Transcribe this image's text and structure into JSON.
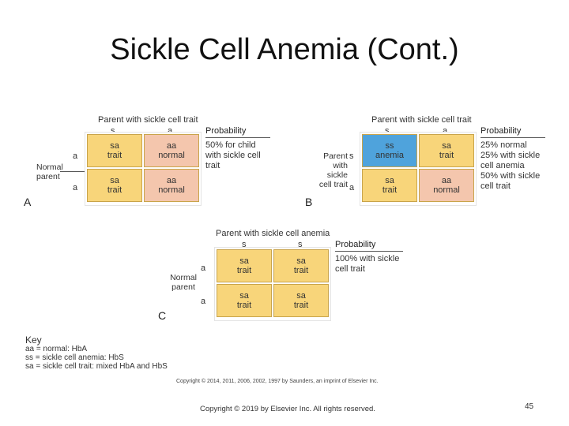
{
  "slide": {
    "title": "Sickle Cell Anemia (Cont.)",
    "footer": "Copyright © 2019 by Elsevier Inc. All rights reserved.",
    "page_number": "45"
  },
  "figure": {
    "panel_a": {
      "letter": "A",
      "top_parent": "Parent with sickle cell trait",
      "col_alleles": [
        "s",
        "a"
      ],
      "side_parent": "Normal parent",
      "row_alleles": [
        "a",
        "a"
      ],
      "cells": [
        [
          "sa",
          "trait"
        ],
        [
          "aa",
          "normal"
        ],
        [
          "sa",
          "trait"
        ],
        [
          "aa",
          "normal"
        ]
      ],
      "probability_title": "Probability",
      "probability_text": [
        "50% for child",
        "with sickle cell",
        "trait"
      ]
    },
    "panel_b": {
      "letter": "B",
      "top_parent": "Parent with sickle cell trait",
      "col_alleles": [
        "s",
        "a"
      ],
      "side_parent": "Parent with sickle cell trait",
      "row_alleles": [
        "s",
        "a"
      ],
      "cells": [
        [
          "ss",
          "anemia"
        ],
        [
          "sa",
          "trait"
        ],
        [
          "sa",
          "trait"
        ],
        [
          "aa",
          "normal"
        ]
      ],
      "probability_title": "Probability",
      "probability_text": [
        "25% normal",
        "25% with sickle",
        "cell anemia",
        "50% with sickle",
        "cell trait"
      ]
    },
    "panel_c": {
      "letter": "C",
      "top_parent": "Parent with sickle cell anemia",
      "col_alleles": [
        "s",
        "s"
      ],
      "side_parent": "Normal parent",
      "row_alleles": [
        "a",
        "a"
      ],
      "cells": [
        [
          "sa",
          "trait"
        ],
        [
          "sa",
          "trait"
        ],
        [
          "sa",
          "trait"
        ],
        [
          "sa",
          "trait"
        ]
      ],
      "probability_title": "Probability",
      "probability_text": [
        "100% with sickle",
        "cell trait"
      ]
    },
    "key": {
      "title": "Key",
      "lines": [
        "aa = normal: HbA",
        "ss = sickle cell anemia: HbS",
        "sa = sickle cell trait: mixed HbA and HbS"
      ]
    },
    "credit": "Copyright © 2014, 2011, 2006, 2002, 1997 by Saunders, an imprint of Elsevier Inc."
  },
  "colors": {
    "trait": "#f8d57a",
    "normal": "#f4c6ad",
    "anemia": "#4fa3dc"
  }
}
